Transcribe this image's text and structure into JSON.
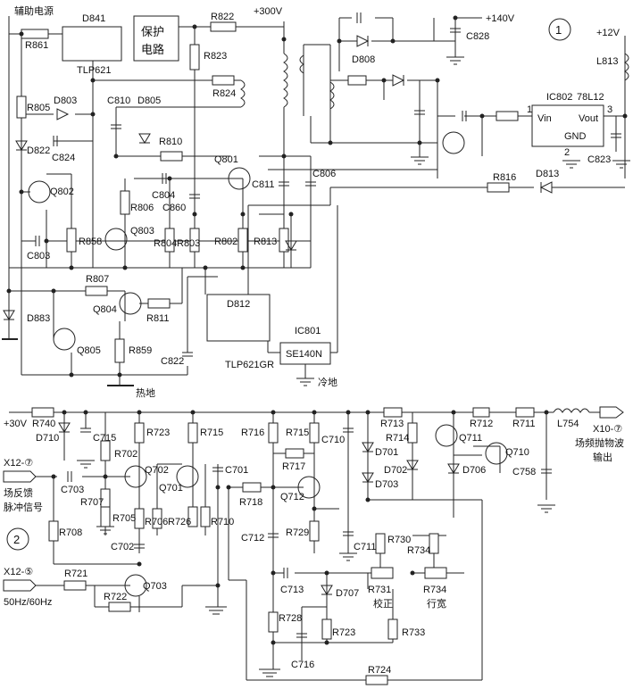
{
  "rails": {
    "aux_supply": "辅助电源",
    "v300": "+300V",
    "v140": "+140V",
    "v12": "+12V",
    "v30": "+30V",
    "hot_ground": "热地",
    "cold_ground": "冷地"
  },
  "blocks": {
    "protect_line1": "保护",
    "protect_line2": "电路",
    "ic801": "IC801",
    "ic801_part": "SE140N",
    "ic802": "IC802",
    "ic802_part": "78L12",
    "ic802_vin": "Vin",
    "ic802_vout": "Vout",
    "ic802_gnd": "GND",
    "pin1": "1",
    "pin2": "2",
    "pin3": "3",
    "tlp621": "TLP621",
    "tlp621gr": "TLP621GR"
  },
  "circles": {
    "one": "1",
    "two": "2"
  },
  "connectors": {
    "x12_7": "X12-⑦",
    "feedback_line1": "场反馈",
    "feedback_line2": "脉冲信号",
    "x12_5": "X12-⑤",
    "freq": "50Hz/60Hz",
    "x10_7": "X10-⑦",
    "output_line1": "场频抛物波",
    "output_line2": "输出"
  },
  "pots": {
    "r731": "R731",
    "r731_note": "校正",
    "r734": "R734",
    "r734_note": "行宽"
  },
  "labels_top": [
    "R861",
    "D841",
    "R822",
    "R823",
    "R824",
    "R805",
    "D803",
    "C810",
    "D805",
    "D822",
    "C824",
    "R810",
    "Q801",
    "C804",
    "C860",
    "C811",
    "C806",
    "Q802",
    "R806",
    "Q803",
    "R804",
    "R803",
    "R802",
    "R813",
    "R858",
    "C803",
    "R807",
    "Q804",
    "R811",
    "D883",
    "Q805",
    "R859",
    "C822",
    "D812",
    "D808",
    "C828",
    "L813",
    "C823",
    "R816",
    "D813"
  ],
  "labels_bottom": [
    "R740",
    "D710",
    "C715",
    "R723",
    "R715",
    "R716",
    "R715",
    "C710",
    "R713",
    "R714",
    "R712",
    "R711",
    "L754",
    "Q711",
    "D701",
    "D702",
    "D706",
    "Q710",
    "D703",
    "C758",
    "R702",
    "Q702",
    "C701",
    "R717",
    "C703",
    "Q701",
    "R707",
    "R718",
    "Q712",
    "R705",
    "R706",
    "R726",
    "R710",
    "R708",
    "C702",
    "C712",
    "R729",
    "C711",
    "R730",
    "R734",
    "R721",
    "Q703",
    "C713",
    "D707",
    "R722",
    "R728",
    "R723",
    "R733",
    "C716",
    "R724"
  ]
}
